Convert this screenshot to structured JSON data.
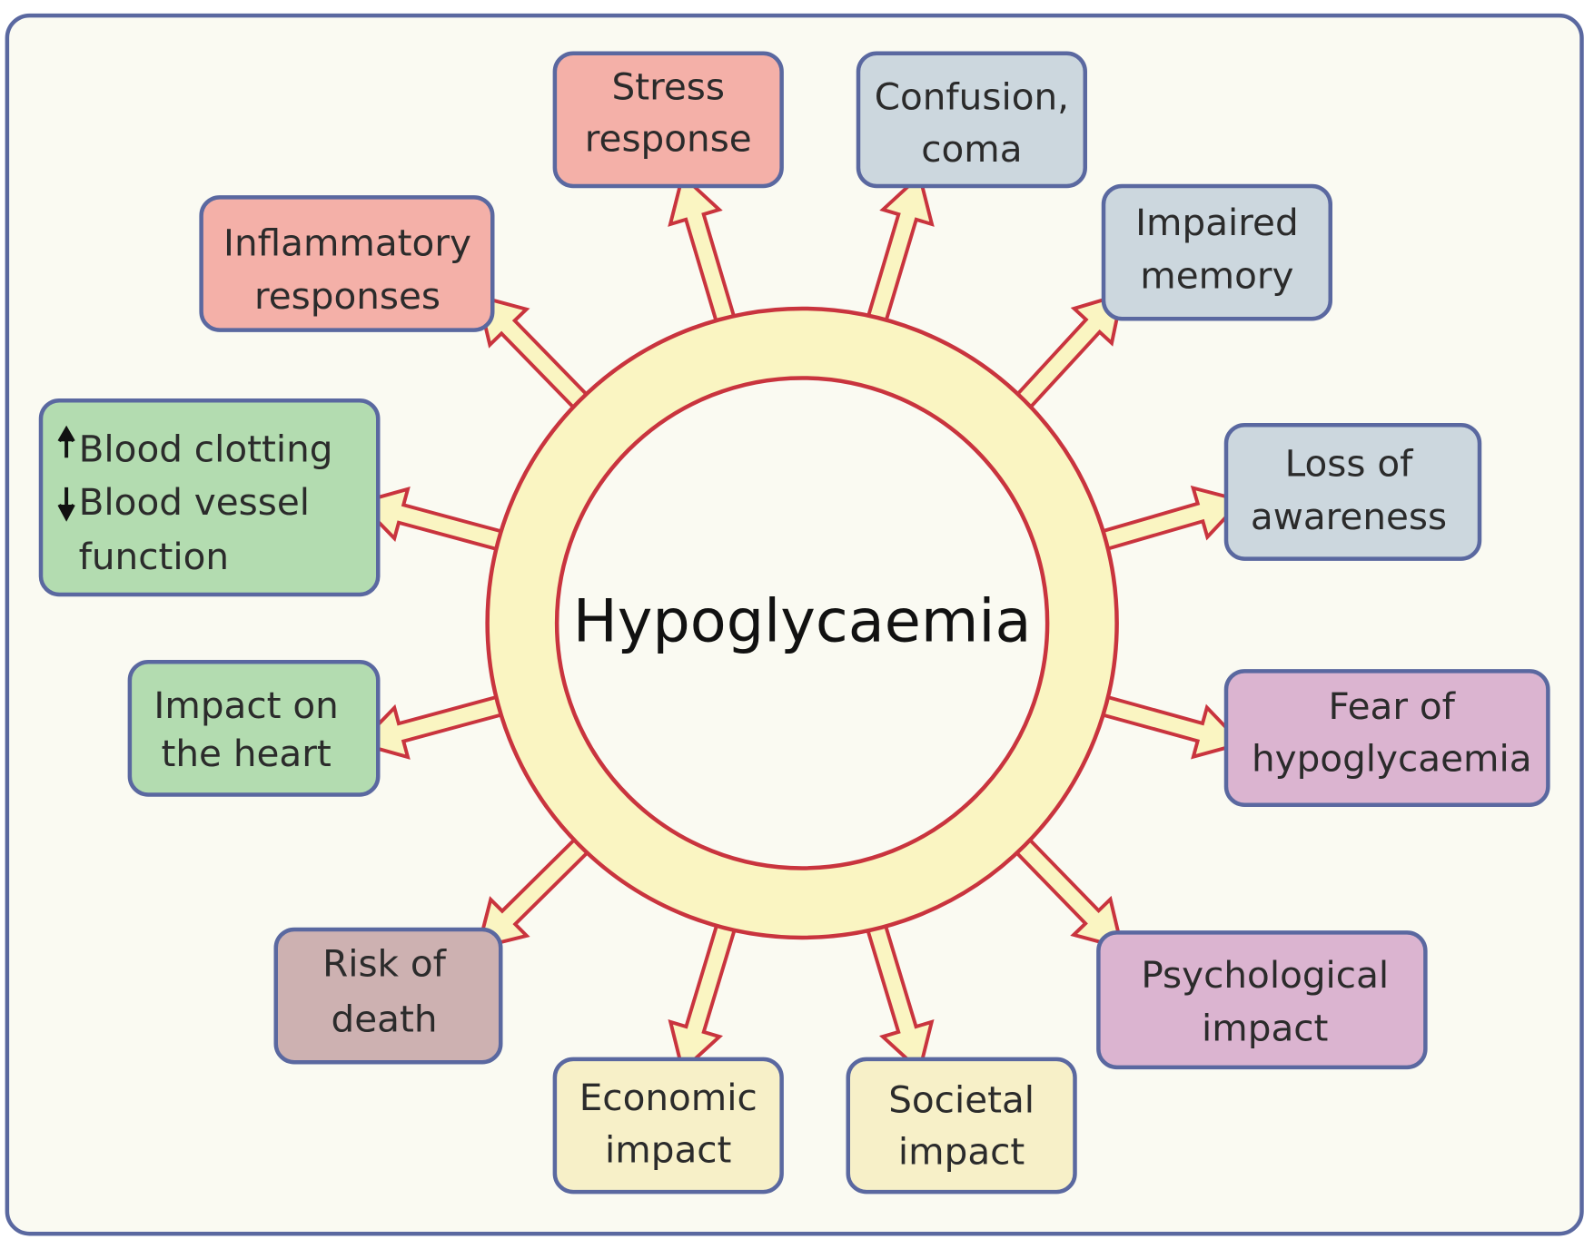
{
  "center": {
    "label": "Hypoglycaemia"
  },
  "colors": {
    "frame_border": "#5a68a0",
    "frame_fill": "#fafaf2",
    "ring_fill": "#faf5c2",
    "ring_stroke": "#c9343e",
    "stress_fill": "#f4b0a8",
    "neuro_fill": "#ccd7de",
    "cardio_fill": "#b3dcb0",
    "psych_fill": "#dbb4d0",
    "death_fill": "#cdb1b1",
    "socio_fill": "#f7f0c8"
  },
  "effects": [
    {
      "id": "stress",
      "lines": [
        "Stress",
        "response"
      ]
    },
    {
      "id": "confusion",
      "lines": [
        "Confusion,",
        "coma"
      ]
    },
    {
      "id": "inflammatory",
      "lines": [
        "Inflammatory",
        "responses"
      ]
    },
    {
      "id": "memory",
      "lines": [
        "Impaired",
        "memory"
      ]
    },
    {
      "id": "blood",
      "lines": [
        "Blood clotting",
        "Blood vessel",
        "function"
      ],
      "arrows": [
        "up",
        "down"
      ]
    },
    {
      "id": "awareness",
      "lines": [
        "Loss of",
        "awareness"
      ]
    },
    {
      "id": "heart",
      "lines": [
        "Impact on",
        "the heart"
      ]
    },
    {
      "id": "fear",
      "lines": [
        "Fear of",
        "hypoglycaemia"
      ]
    },
    {
      "id": "death",
      "lines": [
        "Risk of",
        "death"
      ]
    },
    {
      "id": "psych",
      "lines": [
        "Psychological",
        "impact"
      ]
    },
    {
      "id": "economic",
      "lines": [
        "Economic",
        "impact"
      ]
    },
    {
      "id": "societal",
      "lines": [
        "Societal",
        "impact"
      ]
    }
  ]
}
